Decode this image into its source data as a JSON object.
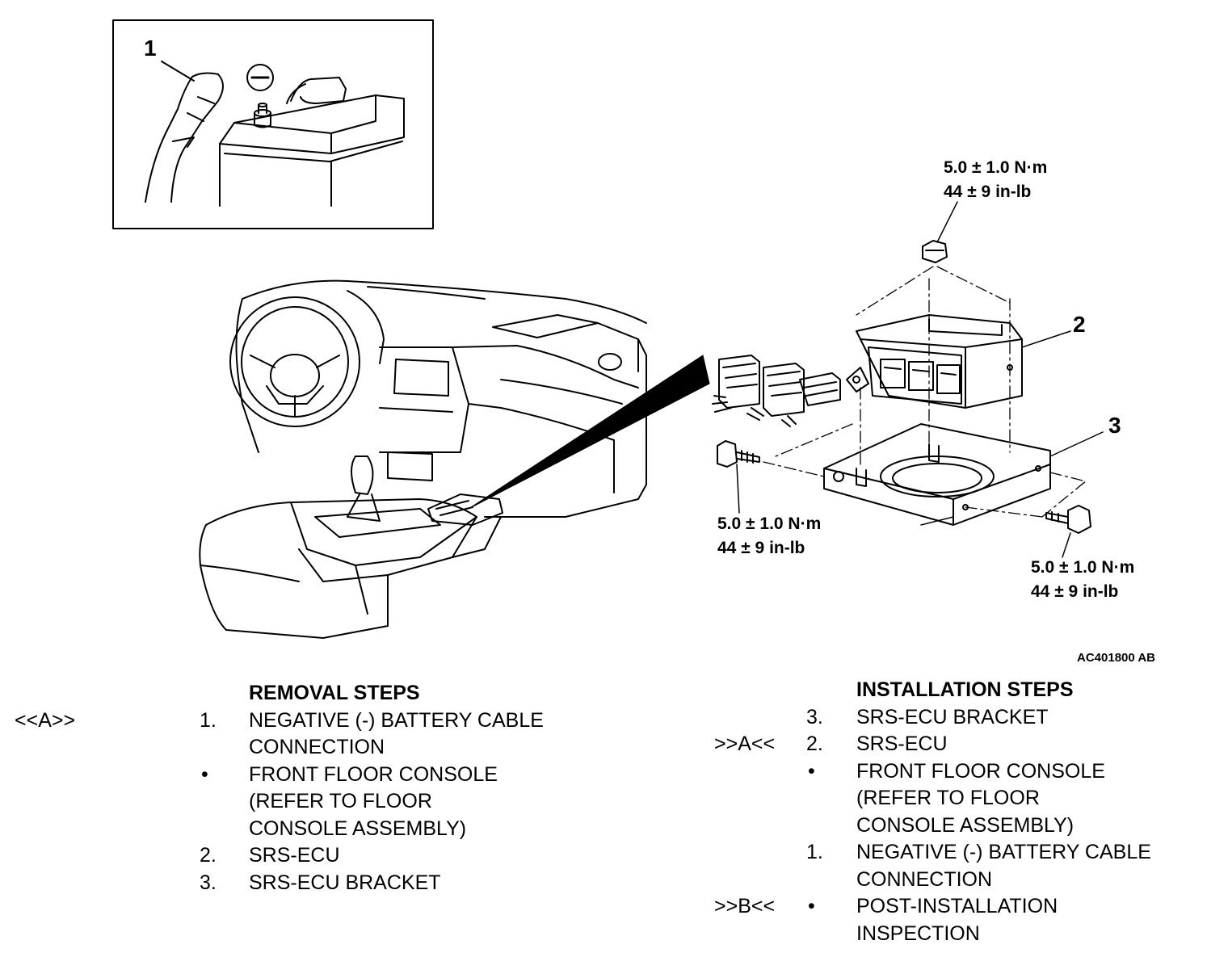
{
  "figure": {
    "figure_id": "AC401800 AB",
    "callouts": [
      "1",
      "2",
      "3"
    ],
    "battery_polarity_symbol": "−",
    "torque_top": [
      "5.0 ± 1.0 N·m",
      "44 ± 9 in-lb"
    ],
    "torque_left": [
      "5.0 ± 1.0 N·m",
      "44 ± 9 in-lb"
    ],
    "torque_right": [
      "5.0 ± 1.0 N·m",
      "44 ± 9 in-lb"
    ]
  },
  "removal": {
    "title": "REMOVAL STEPS",
    "ref_a": "<<A>>",
    "rows": [
      {
        "num": "1.",
        "text": "NEGATIVE (-) BATTERY CABLE"
      },
      {
        "num": "",
        "text": "CONNECTION"
      },
      {
        "num": "•",
        "text": "FRONT FLOOR CONSOLE"
      },
      {
        "num": "",
        "text": "(REFER TO FLOOR"
      },
      {
        "num": "",
        "text": "CONSOLE ASSEMBLY)"
      },
      {
        "num": "2.",
        "text": "SRS-ECU"
      },
      {
        "num": "3.",
        "text": "SRS-ECU BRACKET"
      }
    ]
  },
  "installation": {
    "title": "INSTALLATION STEPS",
    "rows": [
      {
        "ref": "",
        "num": "3.",
        "text": "SRS-ECU BRACKET"
      },
      {
        "ref": ">>A<<",
        "num": "2.",
        "text": "SRS-ECU"
      },
      {
        "ref": "",
        "num": "•",
        "text": "FRONT FLOOR CONSOLE"
      },
      {
        "ref": "",
        "num": "",
        "text": "(REFER TO FLOOR"
      },
      {
        "ref": "",
        "num": "",
        "text": "CONSOLE ASSEMBLY)"
      },
      {
        "ref": "",
        "num": "1.",
        "text": "NEGATIVE (-) BATTERY CABLE"
      },
      {
        "ref": "",
        "num": "",
        "text": "CONNECTION"
      },
      {
        "ref": ">>B<<",
        "num": "•",
        "text": "POST-INSTALLATION"
      },
      {
        "ref": "",
        "num": "",
        "text": "INSPECTION"
      }
    ]
  }
}
